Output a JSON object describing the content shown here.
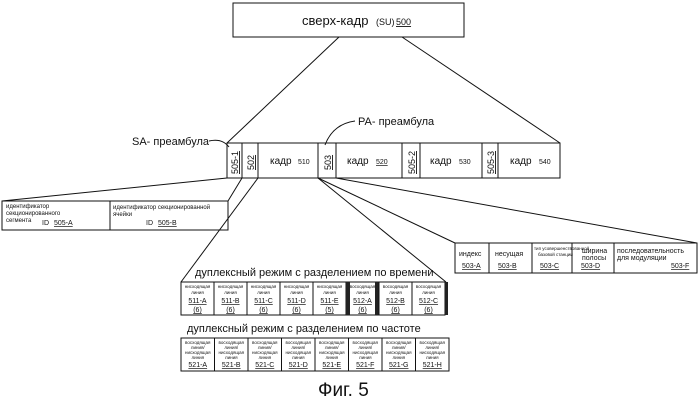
{
  "superframe": {
    "label": "сверх-кадр",
    "su": "(SU)",
    "ref": "500"
  },
  "labels": {
    "sa_preamble": "SA- преамбула",
    "pa_preamble": "PA- преамбула"
  },
  "frame_row": {
    "sa_ref": "505-1",
    "ref_502": "502",
    "frame510_label": "кадр",
    "frame510_ref": "510",
    "pa_ref": "503",
    "frame520_label": "кадр",
    "frame520_ref": "520",
    "ref_505_2": "505-2",
    "frame530_label": "кадр",
    "frame530_ref": "530",
    "ref_505_3": "505-3",
    "frame540_label": "кадр",
    "frame540_ref": "540"
  },
  "sa_detail": {
    "seg_line1": "идентификатор",
    "seg_line2": "секционированного",
    "seg_line3": "сегмента",
    "seg_id": "ID",
    "seg_ref": "505-A",
    "cell_line1": "идентификатор секционированной",
    "cell_line2": "ячейки",
    "cell_id": "ID",
    "cell_ref": "505-B"
  },
  "pa_detail": {
    "c1_line1": "индекс",
    "c1_ref": "503-A",
    "c2_line1": "несущая",
    "c2_ref": "503-B",
    "c3_line1": "тип усовершенствованной",
    "c3_line2": "базовой станции",
    "c3_ref": "503-C",
    "c4_line1": "ширина",
    "c4_line2": "полосы",
    "c4_ref": "503-D",
    "c5_line1": "последовательность",
    "c5_line2": "для модуляции",
    "c5_ref": "503-F"
  },
  "tdd": {
    "title": "дуплексный режим с разделением по времени",
    "cells": [
      {
        "l1": "нисходящая",
        "l2": "линия",
        "ref": "511-A",
        "n": "(6)",
        "dark": false
      },
      {
        "l1": "нисходящая",
        "l2": "линия",
        "ref": "511-B",
        "n": "(6)",
        "dark": false
      },
      {
        "l1": "нисходящая",
        "l2": "линия",
        "ref": "511-C",
        "n": "(6)",
        "dark": false
      },
      {
        "l1": "нисходящая",
        "l2": "линия",
        "ref": "511-D",
        "n": "(6)",
        "dark": false
      },
      {
        "l1": "нисходящая",
        "l2": "линия",
        "ref": "511-E",
        "n": "(5)",
        "dark": false
      },
      {
        "l1": "восходящая",
        "l2": "линия",
        "ref": "512-A",
        "n": "(6)",
        "dark": true
      },
      {
        "l1": "восходящая",
        "l2": "линия",
        "ref": "512-B",
        "n": "(6)",
        "dark": false
      },
      {
        "l1": "восходящая",
        "l2": "линия",
        "ref": "512-C",
        "n": "(6)",
        "dark": false
      }
    ]
  },
  "fdd": {
    "title": "дуплексный режим с разделением по частоте",
    "cells": [
      {
        "l1": "восходящая",
        "l2": "линия/",
        "l3": "нисходящая",
        "l4": "линия",
        "ref": "521-A"
      },
      {
        "l1": "восходящая",
        "l2": "линия/",
        "l3": "нисходящая",
        "l4": "линия",
        "ref": "521-B"
      },
      {
        "l1": "восходящая",
        "l2": "линия/",
        "l3": "нисходящая",
        "l4": "линия",
        "ref": "521-C"
      },
      {
        "l1": "восходящая",
        "l2": "линия/",
        "l3": "нисходящая",
        "l4": "линия",
        "ref": "521-D"
      },
      {
        "l1": "восходящая",
        "l2": "линия/",
        "l3": "нисходящая",
        "l4": "линия",
        "ref": "521-E"
      },
      {
        "l1": "восходящая",
        "l2": "линия/",
        "l3": "нисходящая",
        "l4": "линия",
        "ref": "521-F"
      },
      {
        "l1": "восходящая",
        "l2": "линия/",
        "l3": "нисходящая",
        "l4": "линия",
        "ref": "521-G"
      },
      {
        "l1": "восходящая",
        "l2": "линия/",
        "l3": "нисходящая",
        "l4": "линия",
        "ref": "521-H"
      }
    ]
  },
  "caption": "Фиг. 5"
}
